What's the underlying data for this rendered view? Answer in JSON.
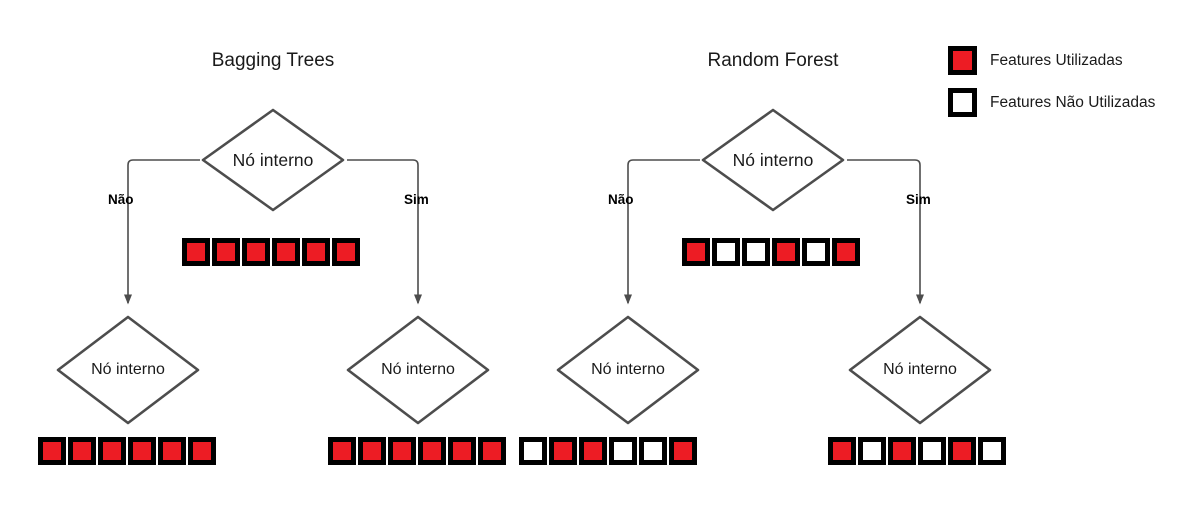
{
  "colors": {
    "feature_used": "#ED1C24",
    "feature_unused": "#FFFFFF",
    "square_border": "#000000",
    "node_stroke": "#4D4D4D",
    "connector_stroke": "#4D4D4D",
    "background": "#FFFFFF",
    "text": "#1A1A1A"
  },
  "legend": {
    "items": [
      {
        "swatch": "used",
        "label": "Features Utilizadas"
      },
      {
        "swatch": "unused",
        "label": "Features Não Utilizadas"
      }
    ]
  },
  "panels": [
    {
      "id": "bagging-trees",
      "title": "Bagging Trees",
      "root": {
        "label": "Nó interno",
        "features": [
          "used",
          "used",
          "used",
          "used",
          "used",
          "used"
        ]
      },
      "branches": {
        "left_label": "Não",
        "right_label": "Sim"
      },
      "leaves": [
        {
          "id": "left",
          "label": "Nó interno",
          "features": [
            "used",
            "used",
            "used",
            "used",
            "used",
            "used"
          ]
        },
        {
          "id": "right",
          "label": "Nó interno",
          "features": [
            "used",
            "used",
            "used",
            "used",
            "used",
            "used"
          ]
        }
      ]
    },
    {
      "id": "random-forest",
      "title": "Random Forest",
      "root": {
        "label": "Nó interno",
        "features": [
          "used",
          "unused",
          "unused",
          "used",
          "unused",
          "used"
        ]
      },
      "branches": {
        "left_label": "Não",
        "right_label": "Sim"
      },
      "leaves": [
        {
          "id": "left",
          "label": "Nó interno",
          "features": [
            "unused",
            "used",
            "used",
            "unused",
            "unused",
            "used"
          ]
        },
        {
          "id": "right",
          "label": "Nó interno",
          "features": [
            "used",
            "unused",
            "used",
            "unused",
            "used",
            "unused"
          ]
        }
      ]
    }
  ]
}
